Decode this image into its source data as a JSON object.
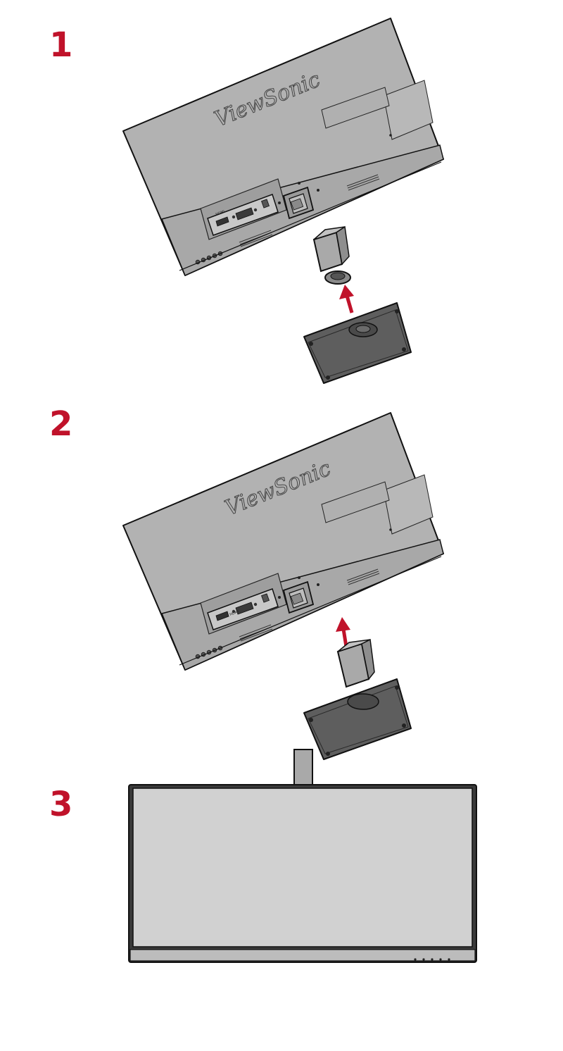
{
  "steps": [
    {
      "number": "1"
    },
    {
      "number": "2"
    },
    {
      "number": "3"
    }
  ],
  "monitor_rear": {
    "brand": "ViewSonic",
    "port_label": "HDMI"
  },
  "colors": {
    "step_number": "#c0122a",
    "arrow": "#c0122a",
    "monitor_back": "#b2b2b2",
    "monitor_edge": "#9a9a9a",
    "base": "#5e5e5e",
    "screen": "#d1d1d1",
    "bezel": "#3a3a3a"
  },
  "icons": [
    "arrow-up-icon",
    "monitor-rear-icon",
    "stand-base-icon",
    "stand-neck-icon",
    "monitor-front-icon"
  ]
}
